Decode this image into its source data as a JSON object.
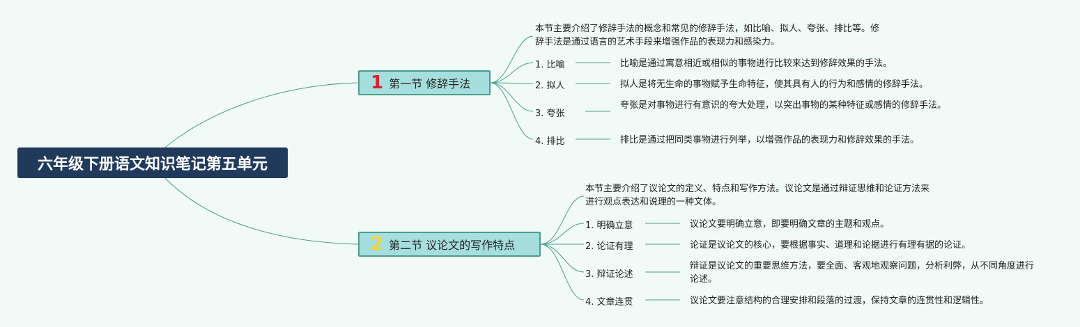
{
  "root": {
    "title": "六年级下册语文知识笔记第五单元"
  },
  "sections": [
    {
      "number": "1",
      "title": "第一节 修辞手法",
      "summary": "本节主要介绍了修辞手法的概念和常见的修辞手法，如比喻、拟人、夸张、排比等。修辞手法是通过语言的艺术手段来增强作品的表现力和感染力。",
      "items": [
        {
          "label": "1. 比喻",
          "desc": "比喻是通过寓意相近或相似的事物进行比较来达到修辞效果的手法。"
        },
        {
          "label": "2. 拟人",
          "desc": "拟人是将无生命的事物赋予生命特征，使其具有人的行为和感情的修辞手法。"
        },
        {
          "label": "3. 夸张",
          "desc": "夸张是对事物进行有意识的夸大处理，以突出事物的某种特征或感情的修辞手法。"
        },
        {
          "label": "4. 排比",
          "desc": "排比是通过把同类事物进行列举，以增强作品的表现力和修辞效果的手法。"
        }
      ]
    },
    {
      "number": "2",
      "title": "第二节 议论文的写作特点",
      "summary": "本节主要介绍了议论文的定义、特点和写作方法。议论文是通过辩证思维和论证方法来进行观点表达和说理的一种文体。",
      "items": [
        {
          "label": "1. 明确立意",
          "desc": "议论文要明确立意，即要明确文章的主题和观点。"
        },
        {
          "label": "2. 论证有理",
          "desc": "论证是议论文的核心，要根据事实、道理和论据进行有理有据的论证。"
        },
        {
          "label": "3. 辩证论述",
          "desc": "辩证是议论文的重要思维方法，要全面、客观地观察问题，分析利弊，从不同角度进行论述。"
        },
        {
          "label": "4. 文章连贯",
          "desc": "议论文要注意结构的合理安排和段落的过渡，保持文章的连贯性和逻辑性。"
        }
      ]
    }
  ]
}
